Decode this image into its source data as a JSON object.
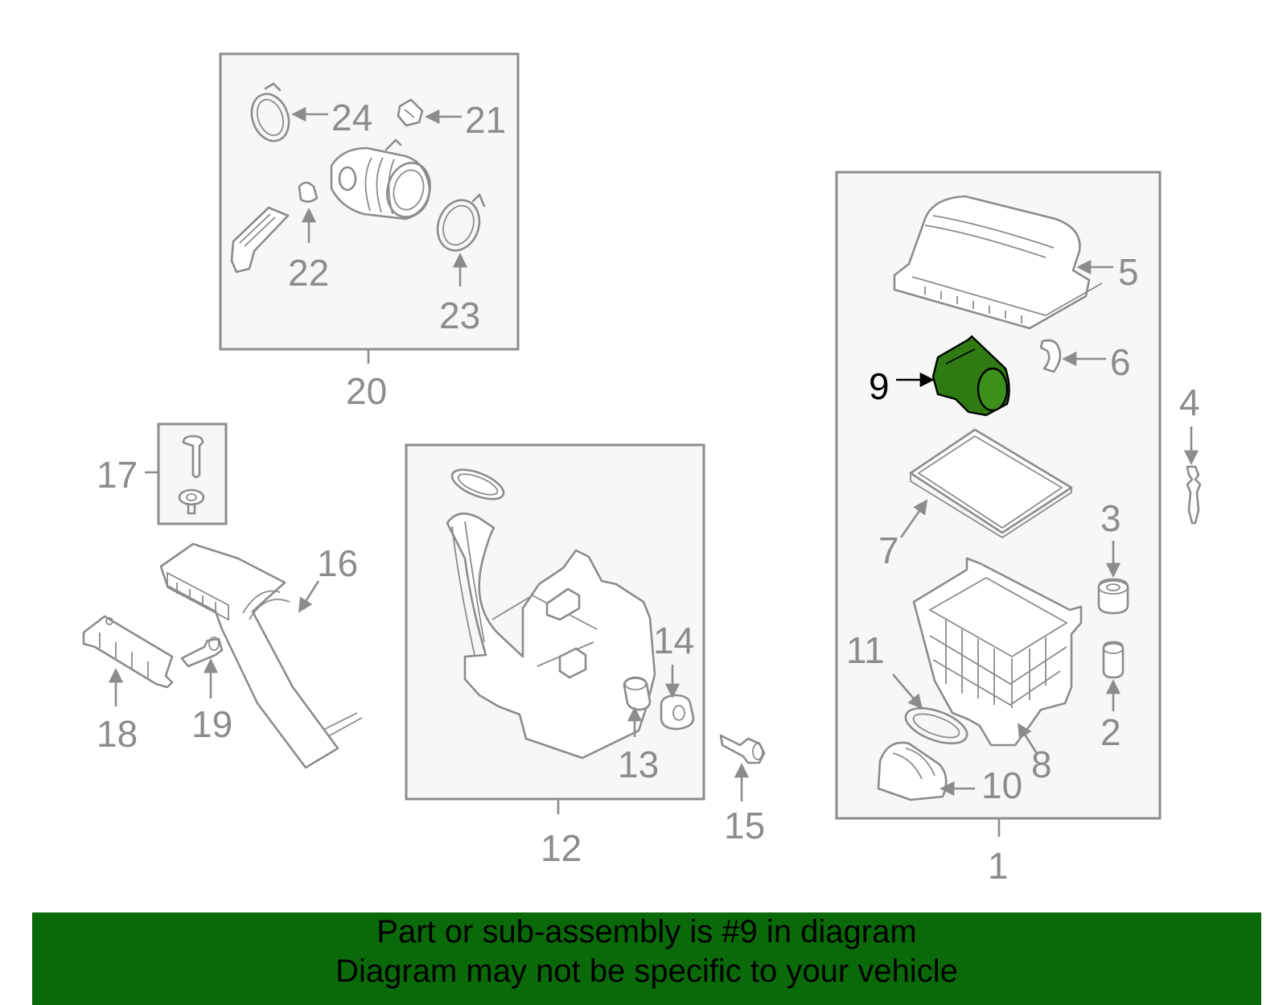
{
  "labels": {
    "l1": "1",
    "l2": "2",
    "l3": "3",
    "l4": "4",
    "l5": "5",
    "l6": "6",
    "l7": "7",
    "l8": "8",
    "l9": "9",
    "l10": "10",
    "l11": "11",
    "l12": "12",
    "l13": "13",
    "l14": "14",
    "l15": "15",
    "l16": "16",
    "l17": "17",
    "l18": "18",
    "l19": "19",
    "l20": "20",
    "l21": "21",
    "l22": "22",
    "l23": "23",
    "l24": "24"
  },
  "highlight": {
    "part": "9",
    "color": "#2f7a13"
  },
  "banner": {
    "line1": "Part or sub-assembly is #9 in diagram",
    "line2": "Diagram may not be specific to your vehicle",
    "background": "#0a6a0a"
  }
}
